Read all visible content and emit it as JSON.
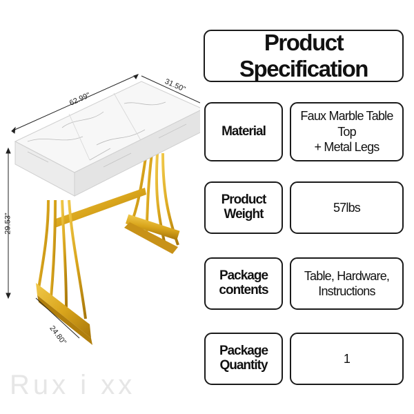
{
  "dimensions": {
    "length": "62.99\"",
    "width": "31.50\"",
    "height": "29.53\"",
    "depth": "24.80\""
  },
  "spec": {
    "title": "Product Specification",
    "rows": [
      {
        "label": "Material",
        "value": "Faux Marble Table Top\n+ Metal Legs"
      },
      {
        "label": "Product Weight",
        "value": "57lbs"
      },
      {
        "label": "Package contents",
        "value": "Table, Hardware, Instructions"
      },
      {
        "label": "Package Quantity",
        "value": "1"
      }
    ]
  },
  "watermark": "Rux i xx",
  "colors": {
    "gold": "#d9a51c",
    "gold_dark": "#b07e0c",
    "marble": "#f6f6f6",
    "border": "#1a1a1a"
  }
}
